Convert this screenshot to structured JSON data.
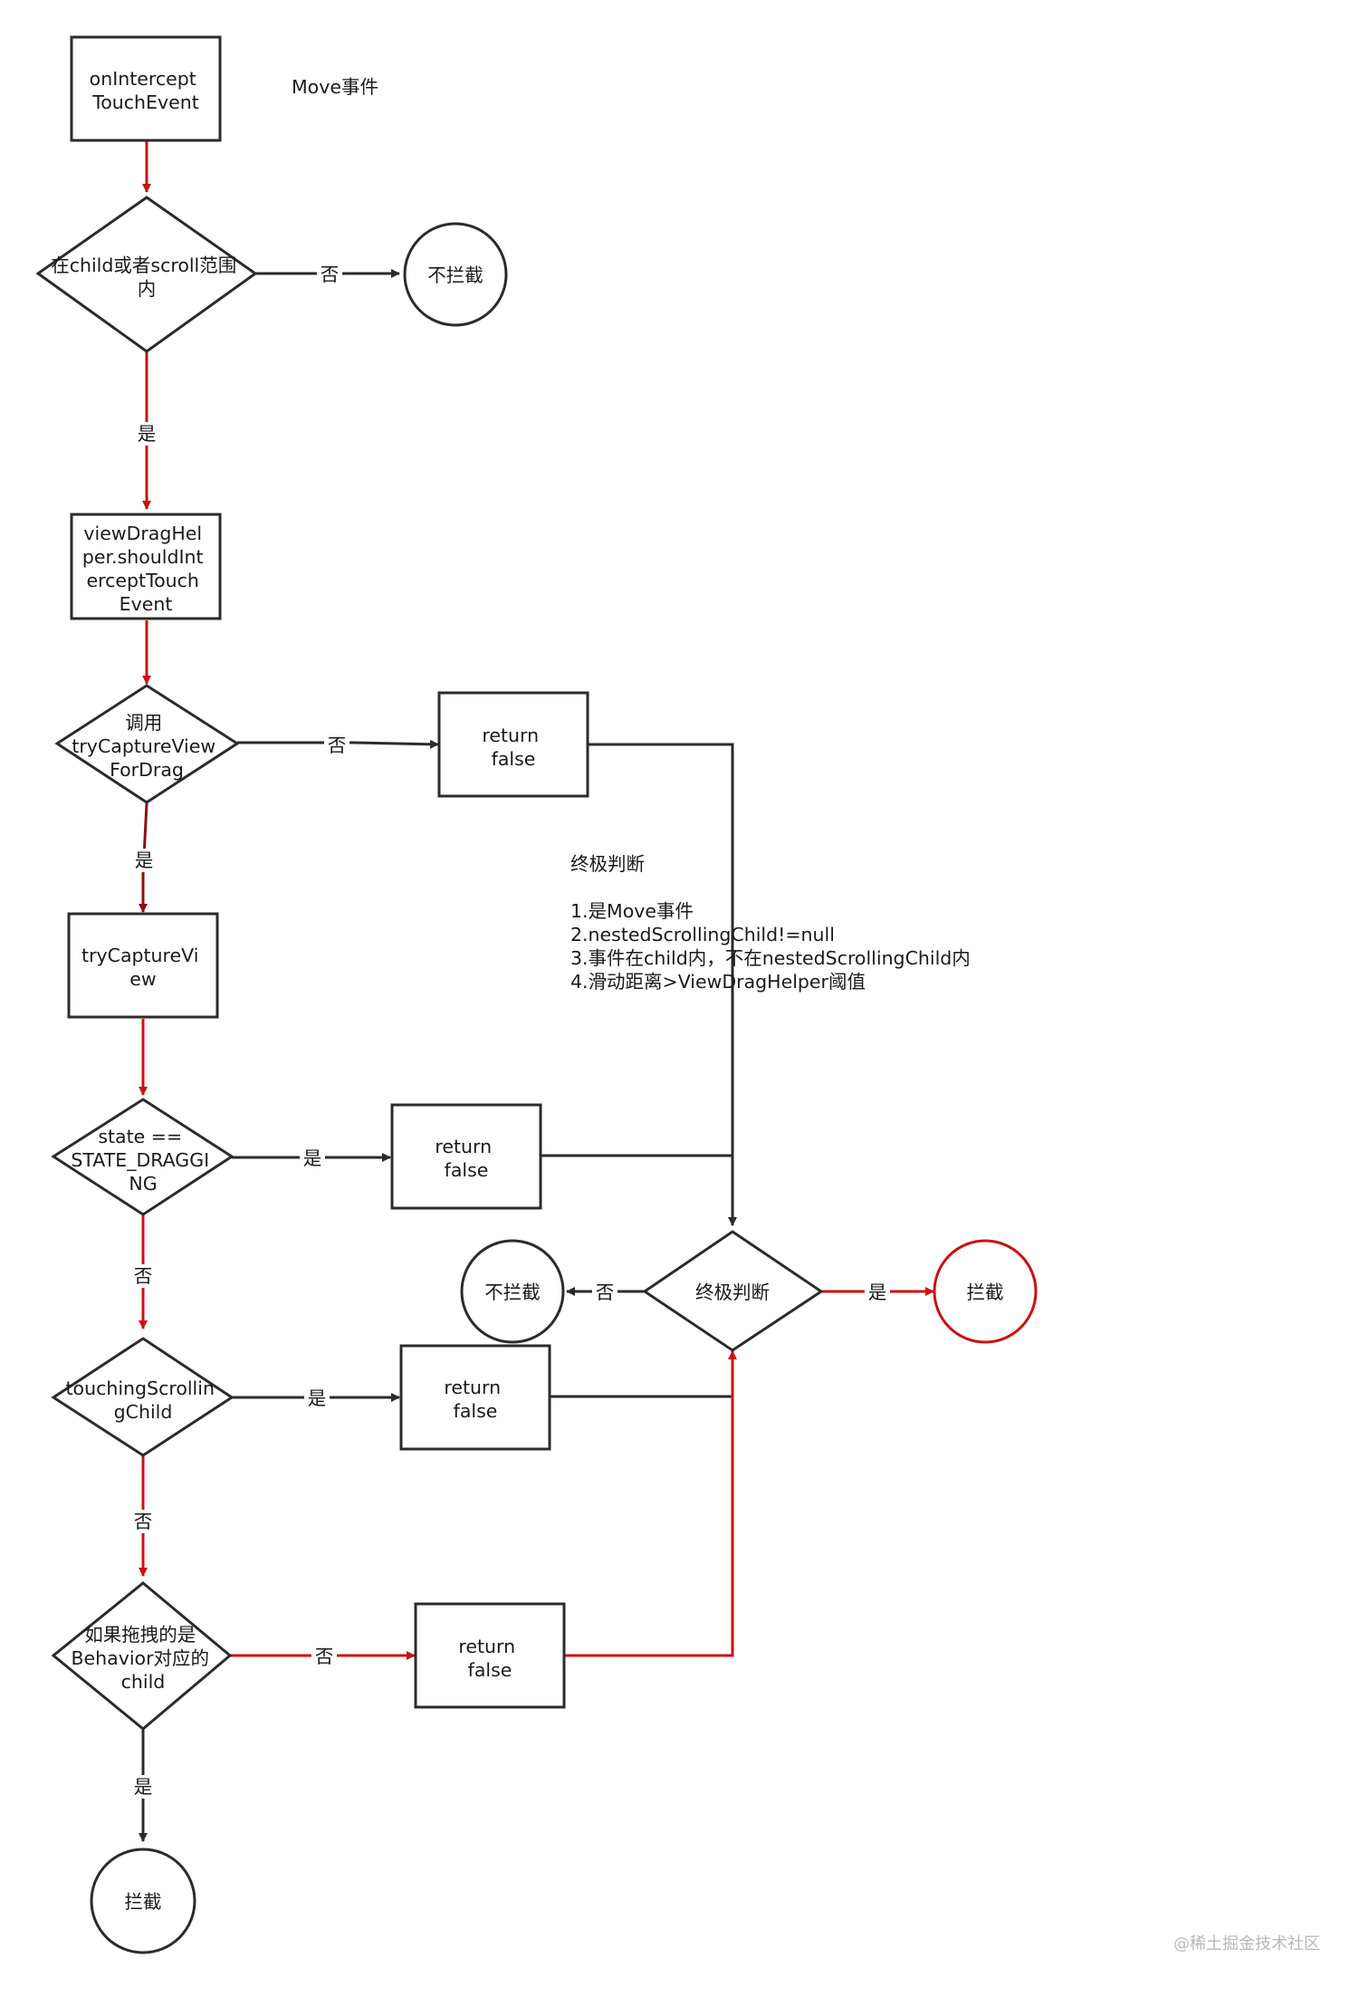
{
  "palette": {
    "black": "#2b2b2b",
    "red": "#cc1111",
    "dark_red": "#8b1010"
  },
  "header": {
    "event_label": "Move事件"
  },
  "nodes": {
    "on_intercept": {
      "lines": [
        "onIntercept",
        "TouchEvent"
      ]
    },
    "in_range": {
      "lines": [
        "在child或者scroll范围",
        "内"
      ]
    },
    "no_intercept_top": {
      "lines": [
        "不拦截"
      ]
    },
    "view_drag_helper": {
      "lines": [
        "viewDragHel",
        "per.shouldInt",
        "erceptTouch",
        "Event"
      ]
    },
    "call_try_capture": {
      "lines": [
        "调用",
        "tryCaptureView",
        "ForDrag"
      ]
    },
    "return_false_1": {
      "lines": [
        "return",
        "false"
      ]
    },
    "try_capture_view": {
      "lines": [
        "tryCaptureVi",
        "ew"
      ]
    },
    "state_dragging": {
      "lines": [
        "state ==",
        "STATE_DRAGGI",
        "NG"
      ]
    },
    "return_false_2": {
      "lines": [
        "return",
        "false"
      ]
    },
    "final_judge": {
      "lines": [
        "终极判断"
      ]
    },
    "no_intercept_mid": {
      "lines": [
        "不拦截"
      ]
    },
    "intercept_mid": {
      "lines": [
        "拦截"
      ]
    },
    "touching_scrolling": {
      "lines": [
        "touchingScrollin",
        "gChild"
      ]
    },
    "return_false_3": {
      "lines": [
        "return",
        "false"
      ]
    },
    "behavior_child": {
      "lines": [
        "如果拖拽的是",
        "Behavior对应的",
        "child"
      ]
    },
    "return_false_4": {
      "lines": [
        "return",
        "false"
      ]
    },
    "intercept_bottom": {
      "lines": [
        "拦截"
      ]
    }
  },
  "edge_labels": {
    "range_no": "否",
    "range_yes": "是",
    "capture_no": "否",
    "capture_yes": "是",
    "state_yes": "是",
    "state_no": "否",
    "judge_no": "否",
    "judge_yes": "是",
    "touching_yes": "是",
    "touching_no": "否",
    "behavior_no": "否",
    "behavior_yes": "是"
  },
  "note": {
    "title": "终极判断",
    "items": [
      "1.是Move事件",
      "2.nestedScrollingChild!=null",
      "3.事件在child内，不在nestedScrollingChild内",
      "4.滑动距离>ViewDragHelper阈值"
    ]
  },
  "watermark": "@稀土掘金技术社区"
}
